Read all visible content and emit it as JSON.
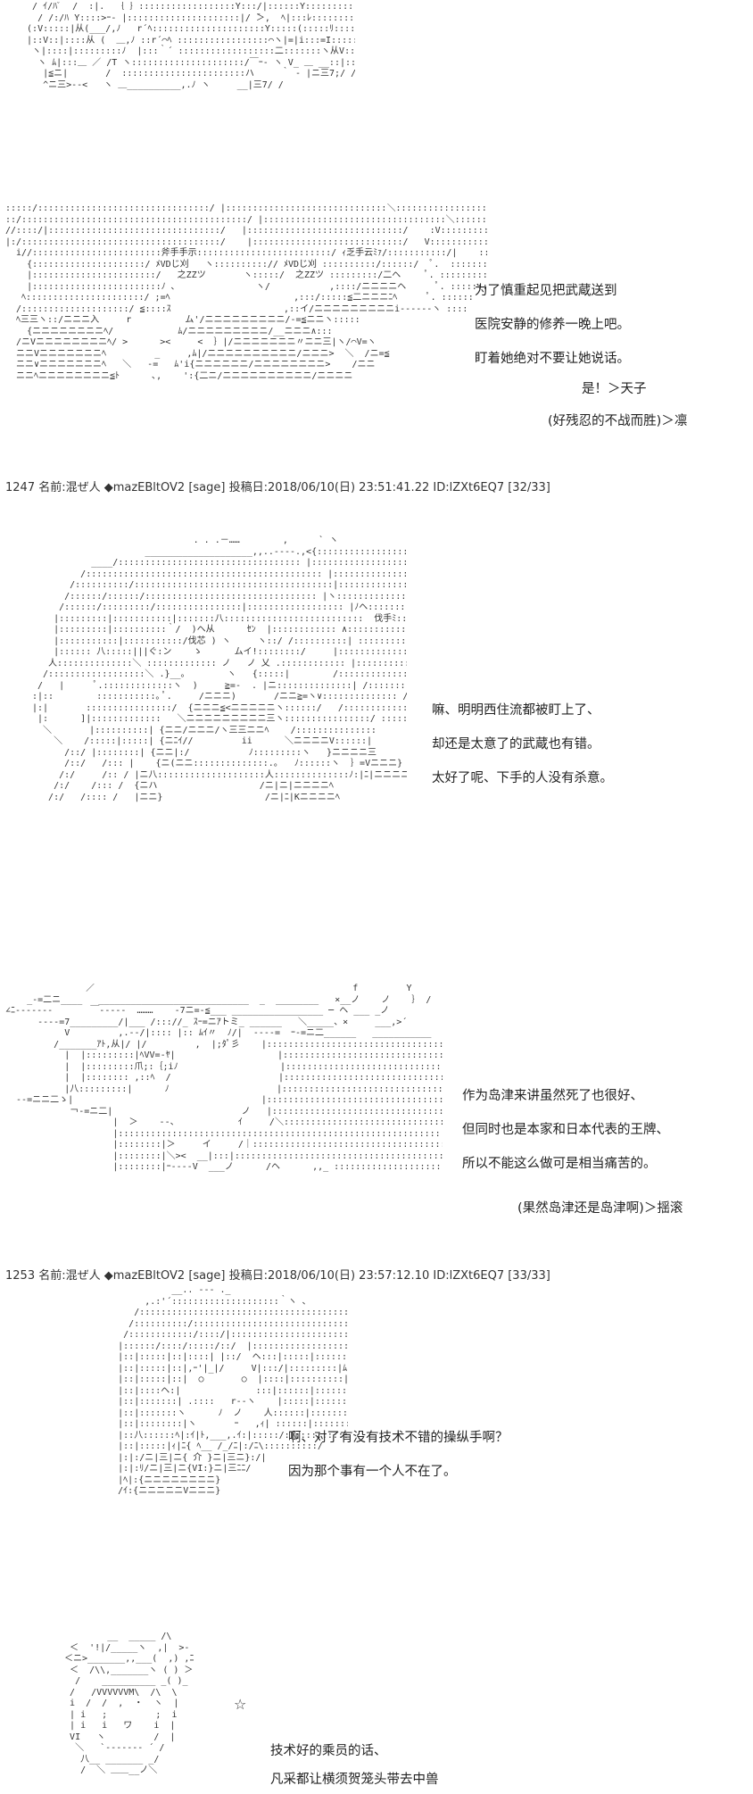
{
  "posts": [
    {
      "header": "1247 名前:混ぜ人 ◆mazEBltOV2 [sage] 投稿日:2018/06/10(日) 23:51:41.22 ID:lZXt6EQ7 [32/33]"
    },
    {
      "header": "1253 名前:混ぜ人 ◆mazEBltOV2 [sage] 投稿日:2018/06/10(日) 23:57:12.10 ID:lZXt6EQ7 [33/33]"
    }
  ],
  "panels": [
    {
      "lines": [
        "为了慎重起见把武蔵送到",
        "医院安静的修养一晚上吧。",
        "盯着她绝对不要让她说话。"
      ],
      "speaker_a": "是！＞天子",
      "speaker_b": "(好残忍的不战而胜)＞凛"
    },
    {
      "lines": [
        "嘛、明明西住流都被盯上了、",
        "却还是太意了的武蔵也有错。",
        "太好了呢、下手的人没有杀意。"
      ]
    },
    {
      "lines": [
        "作为岛津来讲虽然死了也很好、",
        "但同时也是本家和日本代表的王牌、",
        "所以不能这么做可是相当痛苦的。"
      ],
      "speaker": "(果然岛津还是岛津啊)＞揺滚"
    },
    {
      "lines": [
        "啊、对了有没有技术不错的操纵手啊？",
        "因为那个事有一个人不在了。"
      ]
    },
    {
      "lines": [
        "技术好的乘员的话、",
        "凡采都让横须贺笼头带去中兽"
      ]
    }
  ],
  "art": {
    "a1": "   / ｲ/ﾊﾟ  /  :|.  ｛ ｝::::::::::::::::::Y:::/|::::::Y::::::::::|::::::|\n    / /:/ﾊ Y::::>ｰ- |:::::::::::::::::::::|/ ̄＞,  ﾍ|:::ﾚ:::::::::::::::|\n  (:V:::::|从(___/,ﾉ   r´ﾍ:::::::::::::::::::::Υ:::::(:::::ﾘ::::ヽ:::::|::::::|\n  |::V::|::::从 (  ＿,ﾉ ::r´⌒ﾍ :::::::::::::::::⌒ヽ|=|i:::=I:::::ヘ:::::|:::|\n   ヽ|::::|:::::::::ﾉ  |:::｀´ ::::::::::::::::::二:::::::ヽ从V:::::::::::|:::| |\n    ヽ ﾑ|:::＿ ／ /T ヽ:::::::::::::::::::::/￣ｰ- ヽ V_ ＿ __::|:::|\n     |≦ニ|       /  :::::::::::::::::::::::ハ     ｀ ‐ |ニ三7;/ /\n     ^ニ三>‐-<   ヽ ＿__________,.ﾉ ヽ     __|三7/ /",
    "a2": ":::::/::::::::::::::::::::::::::::::::/ |::::::::::::::::::::::::::::::＼::::::::::::::::::::::::::::::::|::::::::::::::::::\n::/::::::::::::::::::::::::::::::::::::::::::/ |::::::::::::::::::::::::::::::::::＼:::::::::::::::::::::::::::::|:::::::::::::::::\n//::::/|::::::::::::::::::::::::::::::::/   |:::::::::::::::::::::::::::::/    :V:::::::::::|::::::::::::::::::|:::::::::::::ｰ´\n|:/:::::::::::::::::::::::::::::::::::::/    |::::::::::::::::::::::::::::/   V:::::::::::::::::::::::::|::::::::::::::::\n  i//::::::::::::::::::::::::斧手手示:::::::::::::::::::::::::/ ｨ乏手云ﾐｧ/:::::::::::/|    ::::::::::::\n    {:::::::::::::::::::::/ ﾒVDじ刈   ヽ::::::::::// ﾒVDじ刈 ::::::::::/::::::/  ﾟ.  ::::::::::\n    |:::::::::::::::::::::::/   之ZZツ       ヽ:::::/  之ZZツ :::::::::/二ヘ     ﾟ. ::::::::::\n    |::::::::::::::::::::::::ﾉ ､               ヽ/           ,::::/ニニニニヘ      ﾟ. :::::::\n   ﾍ::::::::::::::::::::::/ ;=ﾍ                       ,:::/:::::≦二ニニニﾆﾍ      ﾟ. ::::::\n  /::::::::::::::::::::/ ≦::::ｽ                     ,::イ/ニニニニニニニニニi------ヽ ::::\n  ﾍ三三ヽ::/ニニニ入     r          ム'/ニニニニニニニニニ/-=≦ニニヽ:::::\n    {ニニニニニニニニﾍ/            ﾑ/ニニニニニニニニニ/__ニニニ∧:::\n  /ニVニニニニニニニニﾍ/ >      ><     <  ｝|/ニニニニニニニ〃ニニ三|ヽ/⌒V=ヽ\n  ニニVニニニニニニニﾍ         _     ,ﾑ|/ニニニニニニニニニニ/ニニニ>  ＼  /ニ=≦\n  ニニ∨ニニニニニニニﾍ   ＼   -=   ﾑ'i{ニニニニニニ/ニニニニニニニニ>    /ニニ\n  ニニﾍニニニニニニニニ≦ﾄ      ､,    ':{二ニ/ニニニニニニニニニニ/ニニニニ",
    "a3": "                              . . .－……        ,  ￣  ` ヽ\n                     ____________________,,..--‐‐.,<{::::::::::::::::::｀ ＼\n           ____/:::::::::::::::::::::::::::::::::: |::::::::::::::::::::::::::::::::ヽ::::::::::::\n         /:::::::::::::::::::::::::::::::::::::::::::: |::::::::::::::::::::::::::::::::::::: ヘ:::::::::::\n       /::::::::::/:::::::::::::::::::::::::::::::::::::|:::::::::::::::::::::::::::::::::::: ヘ |:::::::\n      /::::::/::::::/:::::::::::::::::::::::::::::::: |ヽ::::::::::::::::::::::::::::::: }  :::::::\n     /::::::/:::::::::/::::::::::::::::|:::::::::::::::::: |ﾉヘ::::::::八::::::::::::::::| ::::::::\n    |:::::::::|:::::::::::|:::::::八::::::::::::::::::::::::::  伐手ﾐ::::::|::::::::::::::::\n    |:::::::::|::::::::::｀/  )ヘ从      ｾﾝ  |:::::::::::: ∧:::::::::::::\n    |:::::::::::|:::::::::::/伐芯 ) ヽ     ヽ::/ /::::::::::| :::::::::::::\n    |:::::: 八:::::|||ぐ:ン    ゝ      ムイ!::::::::/     |:::::::::::::::::::[\n   人::::::::::::::＼ ::::::::::::: ノ   ノ 乂 .:::::::::::: |:::::::::::::::八\n  /::::::::::::::::::＼ .}__。       ヽ   {:::::|        /::::::::::::::::::::::::::::: ﾟ.\n /   |      ﾟ.:::::::::::::ヽ  )     ≧=‐  . |ニ::::::::::::::| /::::::::::::::::::::::::|:::::|\n:|::        :::::::::::｡ ﾟ.     /ニニニ)       /ニニ≧=ヽ∨:::::::::::::: /  :::::|\n|:|       ::::::::::::::::/  {ニニニ≦<ニニニニニヽ::::::/   /::::::::::::::::::|\n |:      ]|:::::::::::::   ＼ニニニニニニニニニ三ヽ::::::::::::::::/ ::::::::::::::::\n  ＼       |::::::::::| {ニニ/ニニニ/ヽ三三ニニﾍ    /:::::::::::::::\n    ＼    /:::::|:::::| {ニﾆｲ//         ii      ＼ニニニニV::::::|\n      /::/ |::::::::| {ニニ|:/           ﾉ:::::::::ヽ   }ニニニニ三\n      /::/   /::: |    {ニ(ニニ::::::::::::::.｡   ﾉ::::::ヽ  ｝=Vニニニ}\n     /:/     /:: / |ニ八::::::::::::::::::::人::::::::::::::ﾉ:|ﾆ|ニニニニﾍ\n    /:/    /::: /  {ニハ                   /ニ|ニ|ニニニニﾍ\n   /:/   /:::: /   |ニニ}                   /ニ|ﾆ|Kニニニニﾍ",
    "a4": "               ／                                                f         Y       Y    -- ∠-\n    _-=二ニ____   ____________________________  _  ________   ×__ノ    ノ    ｝ /\n∠ﾆ----‐‐‐       ￣‐----  ………    ‐7ニ=-≦___ _________________ ─ ヘ ___ _ノ\n      ----=7_________/|___ /::://_ ｽｰ=ニｱトミ_ ______   ＼_____、×     ___,>´\n           V         ,.-‐/|:::: |:: ﾑｲ〃  ﾉ/|  ----=  ｰ-=ニ二______   ___________\n         /_______ｱﾄ,从|/ |/         ,  |;ﾀﾟ彡    |::::::::::::::::::::::::::::::::::::::::::::\n           |  |:::::::::|ﾍVV=-ﾔ|                   |::::::::::::::::::::::::::::::::::::::::\n           |  |:::::::::爪;:｛;iﾉ                   |::::::::::::::::::::::::::::::::::::::::\n           |  |:::::::: ,::ﾍ  /                    |::::::::::::::::::::::::::::::::  -=ニ二\n           |八:::::::::|      ﾉ                    |::::::::::::::::::::::::::::::::::::::::::\n  --=ニニ二ゝ|                                   |:::::::::::::::::::::::::::::::::::::::::\n            ￢-=ニ二|                        ノ   |:::::::::::::::::::::::::::::::::::::::::\n                    |  ＞    ‐-、           ｲ     /＼::::::::::::::::::::::::::::::＼\n                    |:::::::::::::::::::::::::::::::::::::::::::::::::::::::::::::::::::::::::::::\n                    |::::::::|＞     イ     /｜::::::::::::::::::::::::::::::::::::::\n                    |::::::::|＼><  __|:::|::::::::::::::::::::::::::::::::::::::::::::\n                    |::::::::|ｰ‐---V  ___ノ      /ヘ      ,,_ ::::::::::::::::::::::::::",
    "a5": "                 __.. --- ._\n            ,.:'´::::::::::::::::::::｀ヽ ､\n          /::::::::::::::::::::::::::::::::::::::::ヽ\n         /::::::::::/::::::::::::::::::::::::::::::::::ヘ\n        /::::::::::::/::::/|::::::::::::::::::::::::::: ﾍ\n       |::::::/::::/:::::/::/  |:::::::::::::::::::::::::: |\n       |::|:::::|::|::::| |::/  ヘ:::|:::::|::::::::V|:::: |\n       |::|:::::|::|,ｰ'|_|/     V|:::/|:::::::::|ﾑ:::|\n       |::|:::::|::|  ○       ○  |::::|::::::::::| ::|\n       |::|::::ヘ:|              :::|::::::|::::::::::| |\n       |::|:::::::| .::::   r--ヽ    |:::::|::::::::::|  |\n       |::|:::::::ヽ      ﾉ  ノ    人::::::|::::::::::|  |\n       |::|::::::::|ヽ       ｰ   ,ｨ| ::::::|:::::::::::|  |\n       |::八::::::ﾍ|:ｲ|ﾄ,___,.ｲ:|:::::/:|::::::::::::|\n       |::|:::::|ｨ|ﾆ{ ﾍ__ /_/ﾆ|:/ﾆ\\::::::::::/\n       |:|:/ニ|三|ニ{ 介 }ニ|三ニ}:/|\n       |:|:ﾘ/ニ|三|ニ{VI:}ニ|三ﾆﾆ/\n       |ﾍ|:{ニニニニニニニニ}\n       /ｲ:{ニニニニニVニニニ}",
    "a6": "          __  _____ /\\\n   ＜  '!|/_____ヽ  ,|  >-\n  ＜ニ>_______,,___(  ,) ,ﾆ\n   ＜  /\\\\,_______ヽ ( ) ＞\n    /    __________ _( )_\n   /   /VVVVVVM\\  /\\  \\ \n   i  /  /  ,  ・  ヽ  | \n   | i   ;         ;  i \n   | i   i   ワ    i  | \n   VI   ヽ         /  | \n    ＼   `‐-----‐ ´ /\n     八__ _______ _/ \n     /  ＼ ＿＿__ノ＼"
  }
}
